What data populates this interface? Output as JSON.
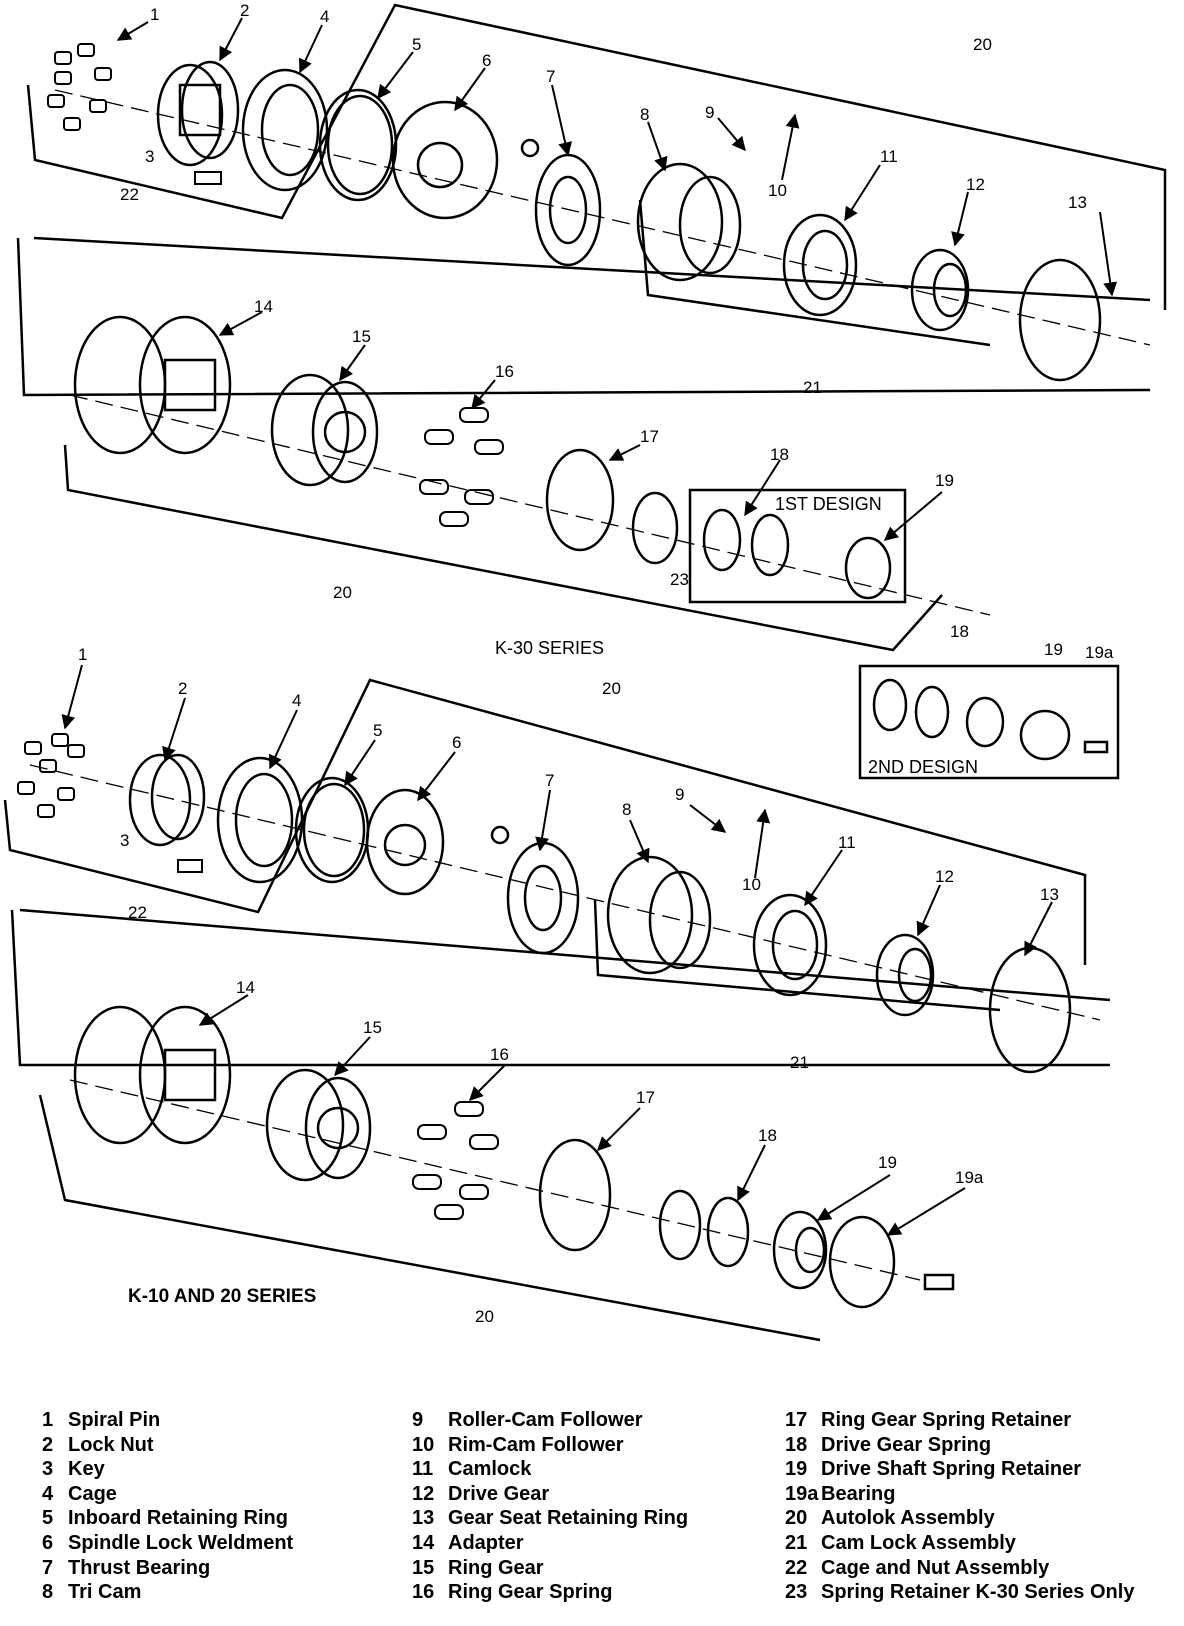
{
  "diagram": {
    "top_title": "K-30 SERIES",
    "bottom_title": "K-10 AND 20 SERIES",
    "design1_label": "1ST DESIGN",
    "design2_label": "2ND DESIGN",
    "callouts_top": [
      "1",
      "2",
      "3",
      "4",
      "5",
      "6",
      "7",
      "8",
      "9",
      "10",
      "11",
      "12",
      "13",
      "14",
      "15",
      "16",
      "17",
      "18",
      "19",
      "20",
      "20",
      "21",
      "22",
      "23"
    ],
    "callouts_design2": [
      "18",
      "19",
      "19a"
    ],
    "callouts_bottom": [
      "1",
      "2",
      "3",
      "4",
      "5",
      "6",
      "7",
      "8",
      "9",
      "10",
      "11",
      "12",
      "13",
      "14",
      "15",
      "16",
      "17",
      "18",
      "19",
      "19a",
      "20",
      "20",
      "21",
      "22"
    ]
  },
  "legend": {
    "col1": [
      {
        "num": "1",
        "name": "Spiral Pin"
      },
      {
        "num": "2",
        "name": "Lock Nut"
      },
      {
        "num": "3",
        "name": "Key"
      },
      {
        "num": "4",
        "name": "Cage"
      },
      {
        "num": "5",
        "name": "Inboard Retaining Ring"
      },
      {
        "num": "6",
        "name": "Spindle Lock Weldment"
      },
      {
        "num": "7",
        "name": "Thrust Bearing"
      },
      {
        "num": "8",
        "name": "Tri Cam"
      }
    ],
    "col2": [
      {
        "num": "9",
        "name": "Roller-Cam Follower"
      },
      {
        "num": "10",
        "name": "Rim-Cam Follower"
      },
      {
        "num": "11",
        "name": "Camlock"
      },
      {
        "num": "12",
        "name": "Drive Gear"
      },
      {
        "num": "13",
        "name": "Gear Seat Retaining Ring"
      },
      {
        "num": "14",
        "name": "Adapter"
      },
      {
        "num": "15",
        "name": "Ring Gear"
      },
      {
        "num": "16",
        "name": "Ring Gear Spring"
      }
    ],
    "col3": [
      {
        "num": "17",
        "name": "Ring Gear Spring Retainer"
      },
      {
        "num": "18",
        "name": "Drive Gear Spring"
      },
      {
        "num": "19",
        "name": "Drive Shaft Spring Retainer"
      },
      {
        "num": "19a",
        "name": "Bearing"
      },
      {
        "num": "20",
        "name": "Autolok Assembly"
      },
      {
        "num": "21",
        "name": "Cam Lock Assembly"
      },
      {
        "num": "22",
        "name": "Cage and Nut Assembly"
      },
      {
        "num": "23",
        "name": "Spring Retainer K-30 Series Only"
      }
    ]
  }
}
